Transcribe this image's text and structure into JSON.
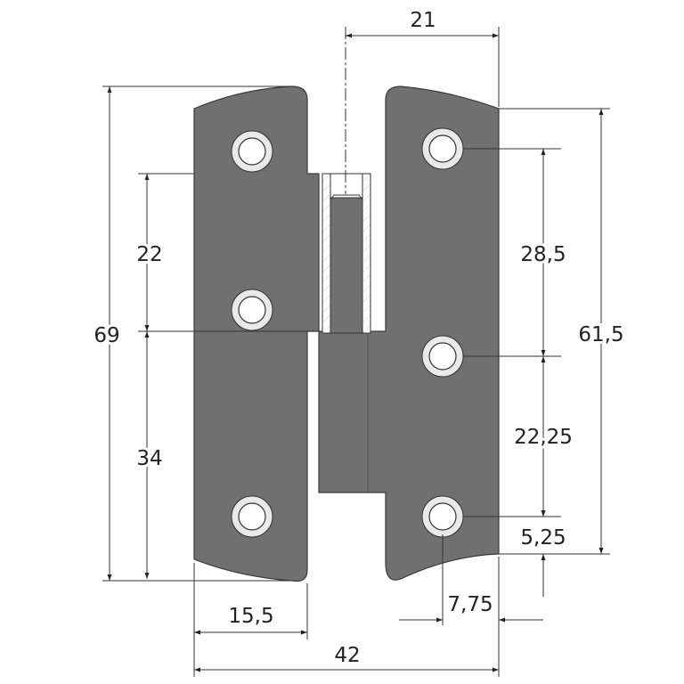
{
  "title": "Hinge dimension drawing",
  "colors": {
    "part": "#707070",
    "line": "#333333"
  },
  "dimensions": {
    "pin_offset": "21",
    "total_height": "69",
    "left_upper_hole_spacing": "22",
    "left_lower_hole_spacing": "34",
    "right_leaf_height": "61,5",
    "right_upper_hole_spacing": "28,5",
    "right_lower_hole_spacing": "22,25",
    "bottom_hole_offset": "5,25",
    "right_hole_edge_offset": "7,75",
    "left_leaf_width": "15,5",
    "total_width": "42"
  }
}
